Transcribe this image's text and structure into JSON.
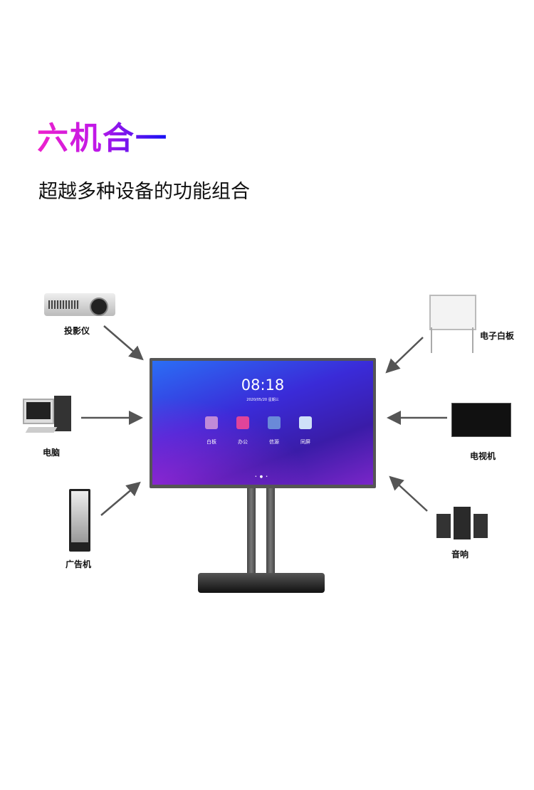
{
  "title": "六机合一",
  "subtitle": "超越多种设备的功能组合",
  "devices": {
    "projector": "投影仪",
    "computer": "电脑",
    "kiosk": "广告机",
    "whiteboard": "电子白板",
    "tv": "电视机",
    "speaker": "音响"
  },
  "screen": {
    "time": "08:18",
    "date": "2020/05/20 星期三",
    "apps": [
      "白板",
      "办公",
      "信源",
      "同屏"
    ]
  },
  "colors": {
    "title_start": "#ee22cc",
    "title_end": "#1010f5",
    "arrow": "#555555"
  }
}
